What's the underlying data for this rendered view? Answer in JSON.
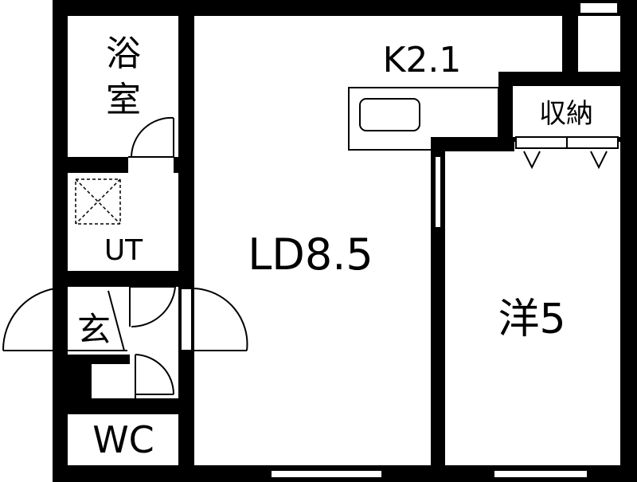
{
  "rooms": {
    "bath_char1": "浴",
    "bath_char2": "室",
    "utility": "UT",
    "entrance": "玄",
    "toilet": "WC",
    "living_dining": "LD8.5",
    "kitchen": "K2.1",
    "storage": "収納",
    "western_room": "洋5"
  },
  "colors": {
    "wall": "#000000",
    "background": "#ffffff"
  }
}
